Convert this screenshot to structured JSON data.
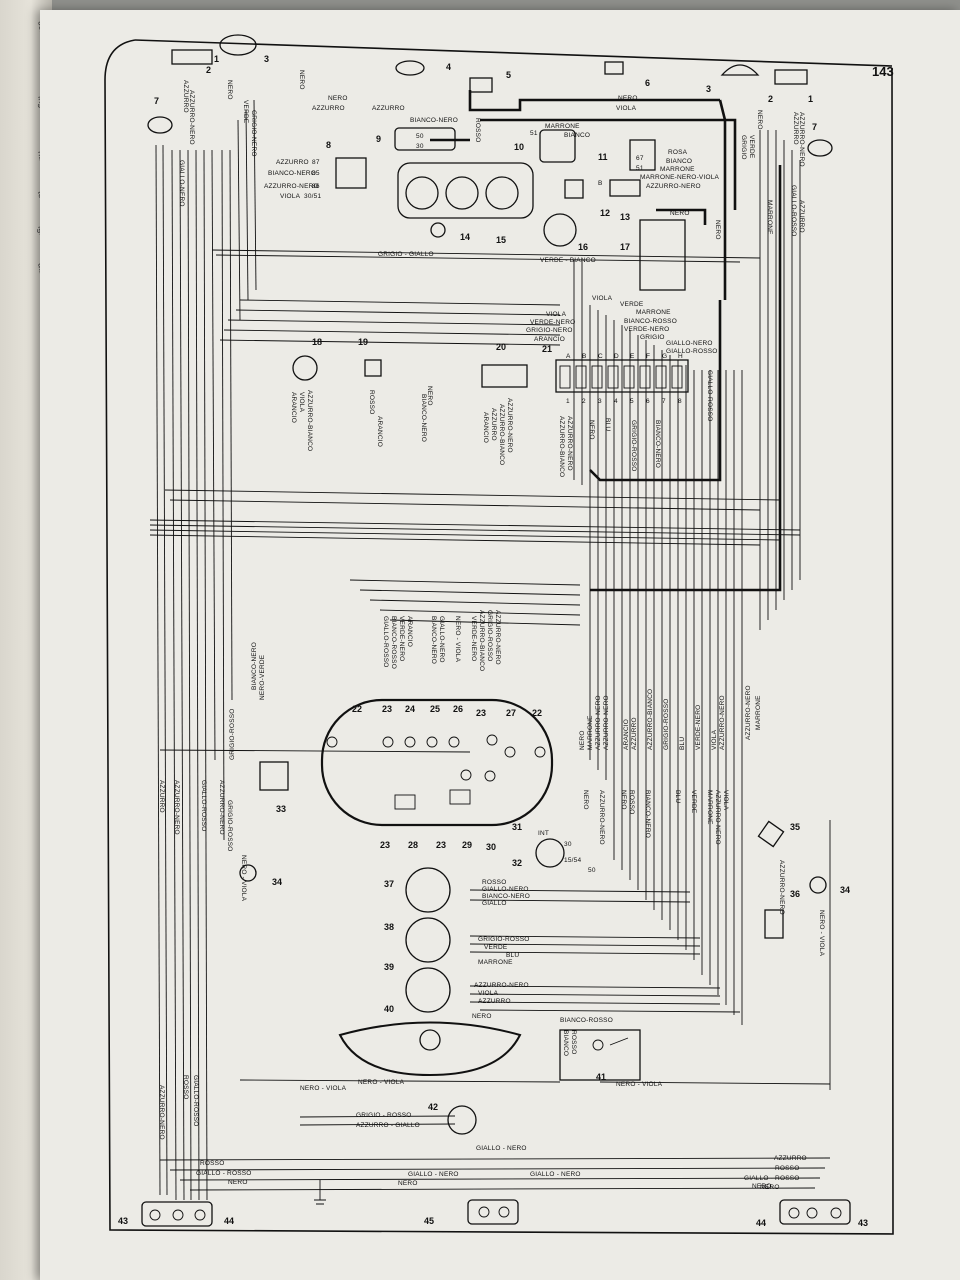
{
  "page_number": "143",
  "left_page_scraps": [
    "connessi",
    "ingr.",
    "nt.",
    "to",
    "ighe",
    "dizz"
  ],
  "numbers": {
    "n1": "1",
    "n2": "2",
    "n3": "3",
    "n4": "4",
    "n5": "5",
    "n6": "6",
    "n7": "7",
    "n8": "8",
    "n9": "9",
    "n10": "10",
    "n11": "11",
    "n12": "12",
    "n13": "13",
    "n14": "14",
    "n15": "15",
    "n16": "16",
    "n17": "17",
    "n18": "18",
    "n19": "19",
    "n20": "20",
    "n21": "21",
    "n22": "22",
    "n23": "23",
    "n24": "24",
    "n25": "25",
    "n26": "26",
    "n27": "27",
    "n28": "28",
    "n29": "29",
    "n30": "30",
    "n31": "31",
    "n32": "32",
    "n33": "33",
    "n34": "34",
    "n35": "35",
    "n36": "36",
    "n37": "37",
    "n38": "38",
    "n39": "39",
    "n40": "40",
    "n41": "41",
    "n42": "42",
    "n43": "43",
    "n44": "44",
    "n45": "45"
  },
  "fuse_letters": [
    "A",
    "B",
    "C",
    "D",
    "E",
    "F",
    "G",
    "H"
  ],
  "fuse_numbers": [
    "1",
    "2",
    "3",
    "4",
    "5",
    "6",
    "7",
    "8"
  ],
  "terminals": {
    "t87": "87",
    "t85": "85",
    "t86": "86",
    "t3051": "30/51",
    "t50": "50",
    "t30": "30",
    "t51": "51",
    "t67": "67",
    "t51b": "51",
    "t15_54": "15/54",
    "t50b": "50",
    "t30b": "30",
    "int": "INT",
    "tB": "B"
  },
  "wires": {
    "nero": "NERO",
    "azzurro": "AZZURRO",
    "bianco_nero": "BIANCO-NERO",
    "rosso": "ROSSO",
    "marrone": "MARRONE",
    "bianco": "BIANCO",
    "viola": "VIOLA",
    "rosa": "ROSA",
    "marrone_nero_viola": "MARRONE-NERO-VIOLA",
    "azzurro_nero": "AZZURRO-NERO",
    "verde": "VERDE",
    "giallo_rosso": "GIALLO-ROSSO",
    "grigio_giallo": "GRIGIO - GIALLO",
    "verde_bianco": "VERDE - BIANCO",
    "azzurro_87": "AZZURRO",
    "bianco_nero_85": "BIANCO-NERO",
    "azzurro_nero_86": "AZZURRO-NERO",
    "viola_3051": "VIOLA",
    "grigio_nero": "GRIGIO-NERO",
    "verde_nero": "VERDE-NERO",
    "arancio": "ARANCIO",
    "bianco_rosso": "BIANCO-ROSSO",
    "grigio": "GRIGIO",
    "blu": "BLU",
    "grigio_rosso": "GRIGIO-ROSSO",
    "azzurro_bianco": "AZZURRO-BIANCO",
    "giallo_nero": "GIALLO-NERO",
    "giallo": "GIALLO",
    "nero_viola": "NERO - VIOLA",
    "azzurro_giallo": "AZZURRO - GIALLO",
    "grigio_rosso2": "GRIGIO - ROSSO",
    "giallo_rosso2": "GIALLO - ROSSO",
    "giallo_nero2": "GIALLO - NERO",
    "nero_viola2": "NERO - VIOLA",
    "azzurro_nero2": "AZZURRO - NERO",
    "nero_verde": "NERO-VERDE"
  }
}
